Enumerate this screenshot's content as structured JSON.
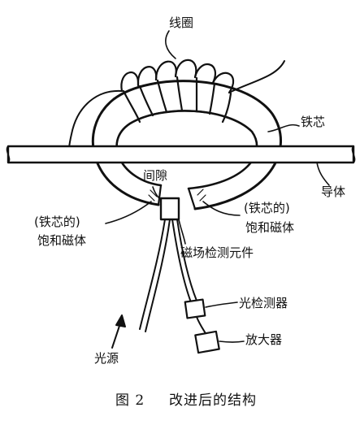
{
  "labels": {
    "coil": "线圈",
    "iron_core": "铁芯",
    "conductor": "导体",
    "gap": "间隙",
    "left_saturation_note": "(铁芯的)",
    "left_saturation": "饱和磁体",
    "right_saturation_note": "(铁芯的)",
    "right_saturation": "饱和磁体",
    "sensor": "磁场检测元件",
    "photodetector": "光检测器",
    "amplifier": "放大器",
    "light_source": "光源"
  },
  "caption": {
    "figure_no": "图 2",
    "title": "改进后的结构"
  }
}
